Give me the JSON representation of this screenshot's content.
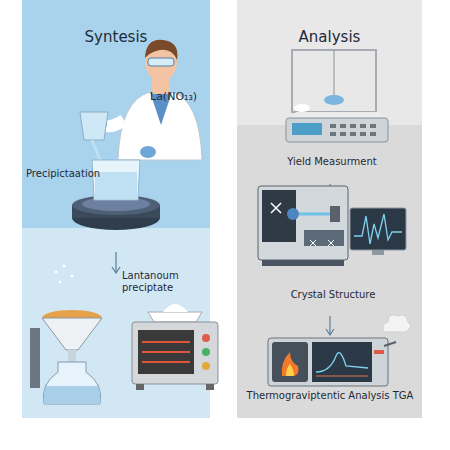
{
  "diagram": {
    "nodes": [
      {
        "text": [
          "Syntesis"
        ]
      },
      {
        "text": [
          "Analysis"
        ]
      }
    ],
    "labels": [
      "La(NO₁₃)",
      "Precipictaation",
      "Lantanoum preciptate",
      "Yield Measurment",
      "Crystal Structure",
      "Thermograviptentic Analysis TGA"
    ]
  }
}
